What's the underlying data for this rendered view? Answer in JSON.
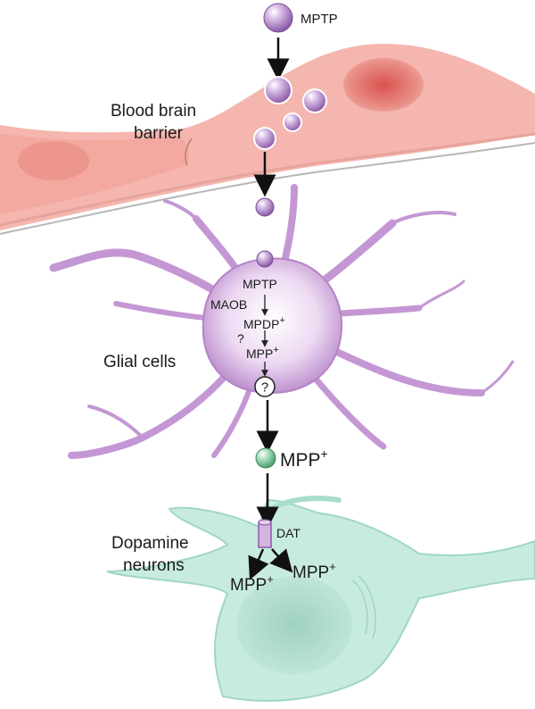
{
  "labels": {
    "mptp_top": "MPTP",
    "bbb_line1": "Blood brain",
    "bbb_line2": "barrier",
    "glial": "Glial cells",
    "neurons_line1": "Dopamine",
    "neurons_line2": "neurons",
    "dat": "DAT"
  },
  "pathway": {
    "mptp": "MPTP",
    "maob": "MAOB",
    "mpdp": "MPDP",
    "question_enzyme": "?",
    "mpp": "MPP",
    "transporter_unknown": "?"
  },
  "products": {
    "mpp_released": "MPP",
    "mpp_left": "MPP",
    "mpp_right": "MPP",
    "plus": "+"
  },
  "colors": {
    "vessel": "#f2a5a0",
    "vessel_dark": "#d9534f",
    "glia": "#c79ad6",
    "glia_body": "#e7cfee",
    "neuron": "#bfe6dc",
    "neuron_dark": "#6fb7a5",
    "mptp_sphere": "#b58ccf",
    "mpp_sphere": "#8fd0a6"
  }
}
